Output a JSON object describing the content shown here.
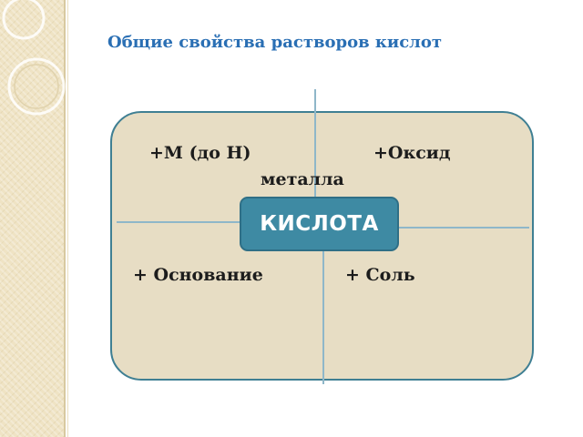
{
  "title": "Общие свойства растворов кислот",
  "center": "КИСЛОТА",
  "properties": {
    "top_left": "+М (до Н)",
    "top_right": "+Оксид",
    "top_right_cont": "металла",
    "bottom_left": "+ Основание",
    "bottom_right": "+ Соль"
  },
  "colors": {
    "title": "#2a6fb4",
    "board_fill": "#e7ddc4",
    "board_border": "#3f7f93",
    "center_fill": "#3e8aa3",
    "lines": "#8fb7c9"
  }
}
